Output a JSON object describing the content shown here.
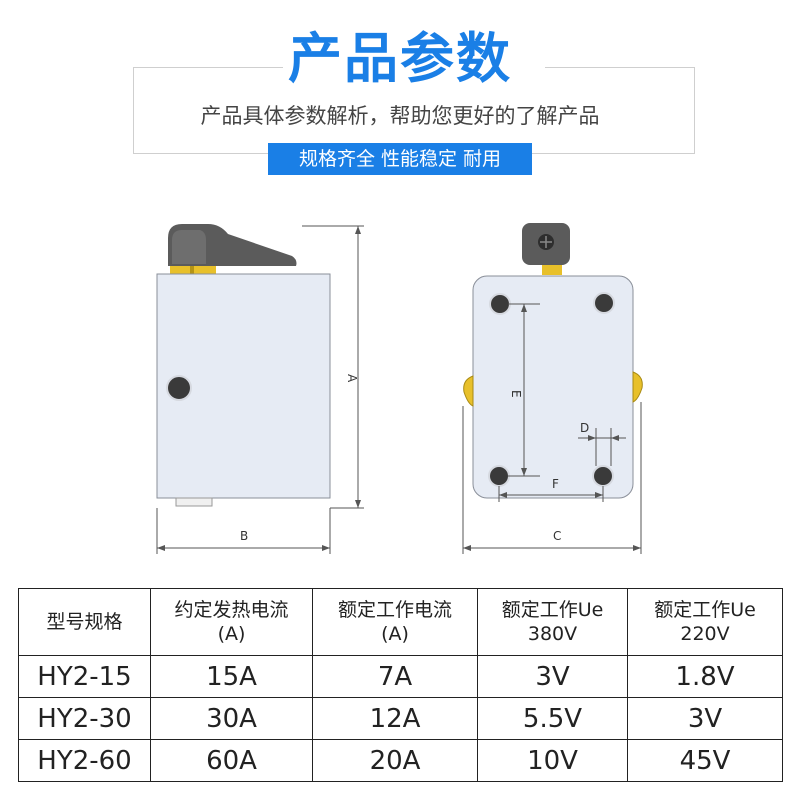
{
  "header": {
    "title": "产品参数",
    "subtitle": "产品具体参数解析，帮助您更好的了解产品",
    "badge": "规格齐全 性能稳定 耐用"
  },
  "diagram": {
    "labels": {
      "a": "A",
      "b": "B",
      "c": "C",
      "d": "D",
      "e": "E",
      "f": "F"
    }
  },
  "table": {
    "headers": [
      {
        "line1": "型号规格",
        "line2": ""
      },
      {
        "line1": "约定发热电流",
        "line2": "(A)"
      },
      {
        "line1": "额定工作电流",
        "line2": "(A)"
      },
      {
        "line1": "额定工作Ue",
        "line2": "380V"
      },
      {
        "line1": "额定工作Ue",
        "line2": "220V"
      }
    ],
    "rows": [
      [
        "HY2-15",
        "15A",
        "7A",
        "3V",
        "1.8V"
      ],
      [
        "HY2-30",
        "30A",
        "12A",
        "5.5V",
        "3V"
      ],
      [
        "HY2-60",
        "60A",
        "20A",
        "10V",
        "45V"
      ]
    ]
  },
  "colors": {
    "accent": "#1a7fe6",
    "device_body": "#e8edf5",
    "handle": "#5a5a5a",
    "brass": "#e8c02a"
  }
}
